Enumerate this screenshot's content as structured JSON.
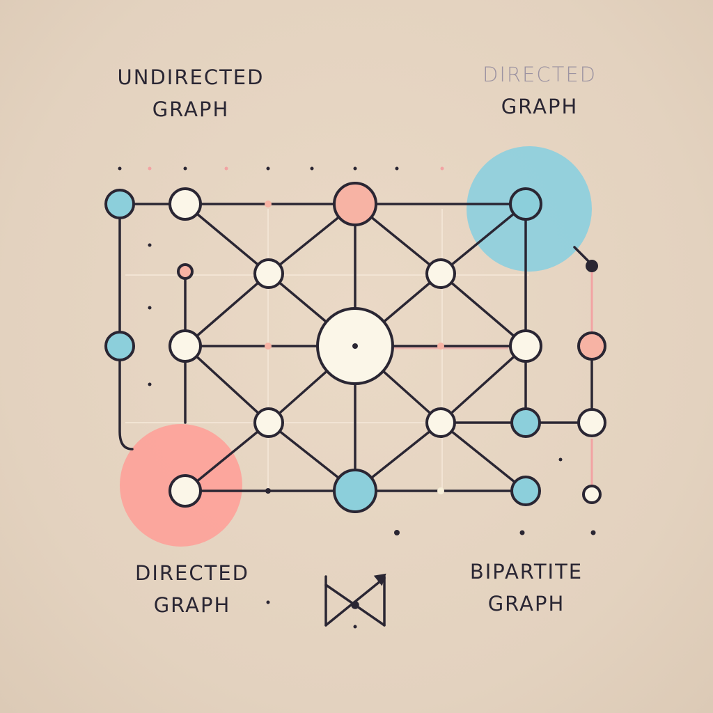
{
  "labels": {
    "undirected": {
      "line1": "UNDIRECTED",
      "line2": "GRAPH"
    },
    "directed_top": {
      "line1": "DIRECTED",
      "line2": "GRAPH"
    },
    "directed_bottom": {
      "line1": "DIRECTED",
      "line2": "GRAPH"
    },
    "bipartite": {
      "line1": "BIPARTITE",
      "line2": "GRAPH"
    }
  },
  "colors": {
    "background": "#e6d8c5",
    "stroke": "#2a2633",
    "node_blue": "#8ccfdb",
    "node_pink": "#f7b3a4",
    "node_cream": "#fbf6e8",
    "halo_blue": "#86cfe0",
    "halo_pink": "#ff9d97",
    "accent_pink_line": "#f2a3a3",
    "grid_line": "#f4e6d6"
  }
}
